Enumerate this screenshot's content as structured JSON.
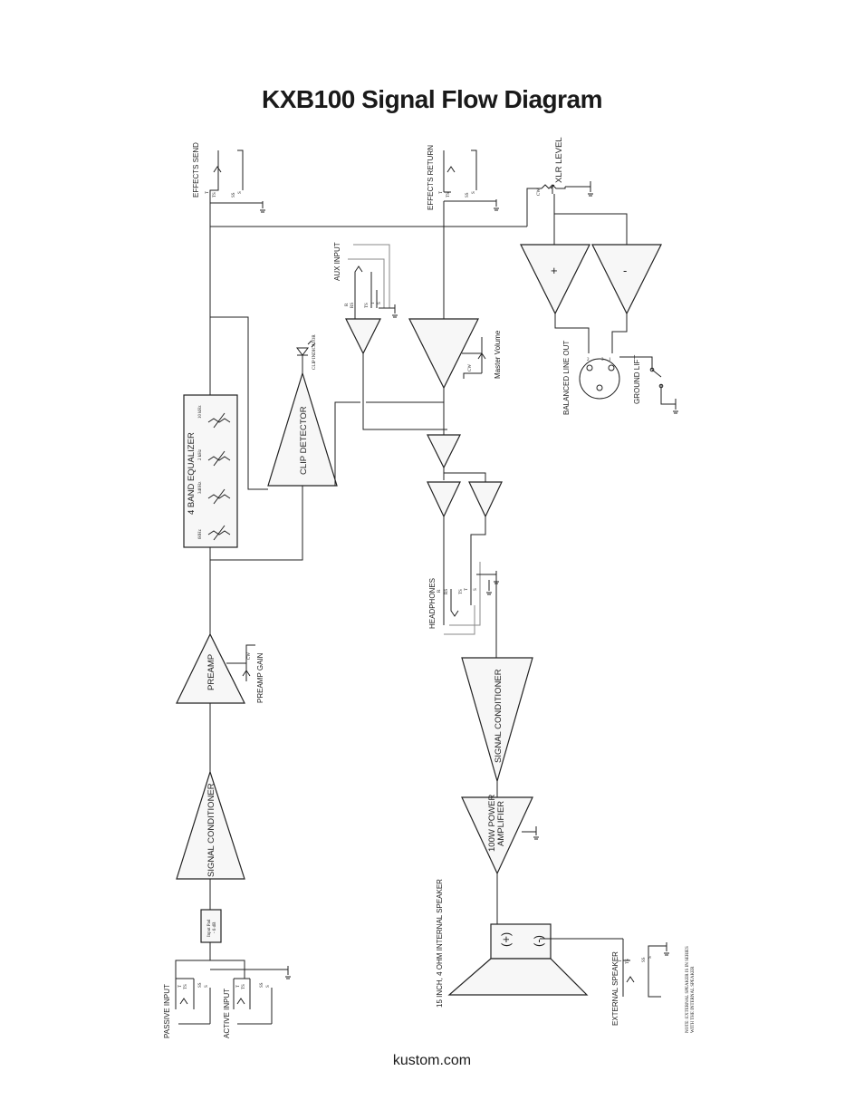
{
  "title": "KXB100 Signal Flow Diagram",
  "footer": "kustom.com",
  "labels": {
    "effects_send": "EFFECTS SEND",
    "effects_return": "EFFECTS RETURN",
    "xlr_level": "XLR LEVEL",
    "aux_input": "AUX INPUT",
    "clip_indicator": "CLIP INDICATOR",
    "master_volume": "Master Volume",
    "balanced_line_out": "BALANCED LINE OUT",
    "ground_lift": "GROUND LIFT",
    "eq": "4 BAND EQUALIZER",
    "eq_bands": [
      "60Hz",
      "340Hz",
      "2 kHz",
      "10 kHz"
    ],
    "clip_detector": "CLIP DETECTOR",
    "headphones": "HEADPHONES",
    "preamp": "PREAMP",
    "preamp_gain": "PREAMP GAIN",
    "signal_conditioner": "SIGNAL CONDITIONER",
    "power_amp_1": "100W POWER",
    "power_amp_2": "AMPLIFIER",
    "internal_speaker": "15 INCH, 4 OHM INTERNAL SPEAKER",
    "input_pad": "Input Pad",
    "input_pad_value": "- 6 dB",
    "passive_input": "PASSIVE INPUT",
    "active_input": "ACTIVE INPUT",
    "external_speaker": "EXTERNAL SPEAKER",
    "note_1": "NOTE: EXTERNAL SPEAKER IS IN SERIES",
    "note_2": "WITH THE INTERNAL SPEAKER",
    "plus": "+",
    "minus": "-",
    "spk_plus": "(+)",
    "spk_minus": "(-)",
    "cw": "CW",
    "jack_t": "T",
    "jack_ts": "TS",
    "jack_s": "S",
    "jack_ss": "SS",
    "jack_r": "R",
    "jack_rs": "RS",
    "pin_1": "1",
    "pin_2": "2",
    "pin_3": "3"
  }
}
